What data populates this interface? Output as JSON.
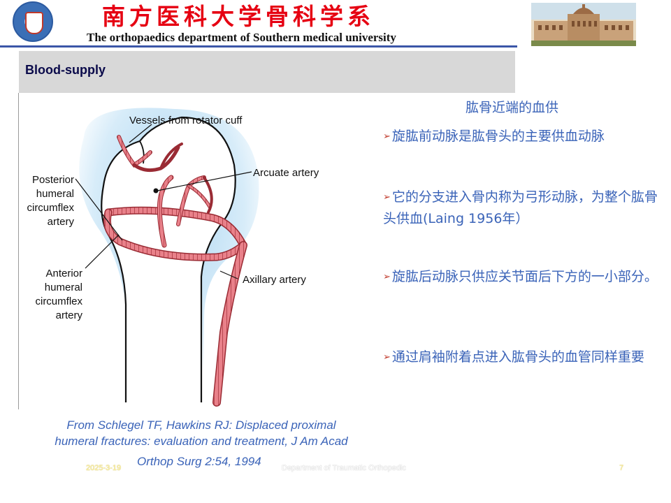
{
  "header": {
    "cn_title": "南方医科大学骨科学系",
    "en_title": "The orthopaedics department of Southern medical university"
  },
  "slide": {
    "title": "Blood-supply"
  },
  "figure": {
    "labels": {
      "vessels": "Vessels from rotator cuff",
      "posterior": [
        "Posterior",
        "humeral",
        "circumflex",
        "artery"
      ],
      "arcuate": "Arcuate artery",
      "anterior": [
        "Anterior",
        "humeral",
        "circumflex",
        "artery"
      ],
      "axillary": "Axillary artery"
    },
    "caption_lines": [
      "From Schlegel TF, Hawkins RJ: Displaced proximal",
      "humeral fractures: evaluation and treatment, J Am Acad",
      "Orthop Surg 2:54, 1994"
    ]
  },
  "text": {
    "title": "肱骨近端的血供",
    "bullet_marker": "➢",
    "bullets": [
      "旋肱前动脉是肱骨头的主要供血动脉",
      "它的分支进入骨内称为弓形动脉，为整个肱骨头供血(Laing 1956年）",
      "旋肱后动脉只供应关节面后下方的一小部分。",
      "通过肩袖附着点进入肱骨头的血管同样重要"
    ]
  },
  "footer": {
    "date": "2025-3-19",
    "department": "Department of Traumatic Orthopedic",
    "page": "7"
  },
  "colors": {
    "accent_blue": "#3a63b8",
    "header_red": "#e60012",
    "banner_gray": "#d8d8d8"
  }
}
